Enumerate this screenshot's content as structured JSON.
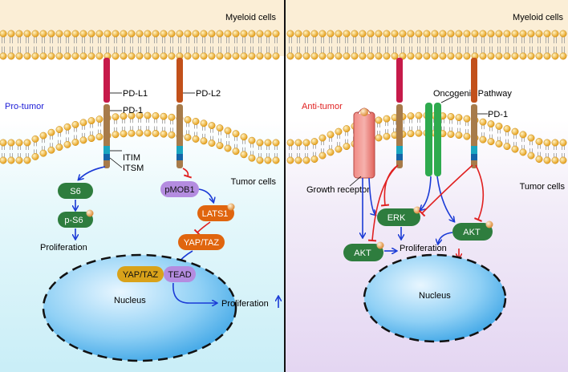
{
  "left": {
    "myeloid_label": "Myeloid cells",
    "tumor_label": "Tumor cells",
    "mode_label": "Pro-tumor",
    "pdl1_label": "PD-L1",
    "pdl2_label": "PD-L2",
    "pd1_label": "PD-1",
    "itim_label": "ITIM",
    "itsm_label": "ITSM",
    "s6": "S6",
    "ps6": "p-S6",
    "proliferation_left": "Proliferation",
    "pmob1": "pMOB1",
    "lats1": "LATS1",
    "yaptaz": "YAP/TAZ",
    "yaptaz2": "YAP/TAZ",
    "tead": "TEAD",
    "nucleus": "Nucleus",
    "proliferation_out": "Proliferation"
  },
  "right": {
    "myeloid_label": "Myeloid cells",
    "tumor_label": "Tumor cells",
    "mode_label": "Anti-tumor",
    "oncogenic": "Oncogenic Pathway",
    "pd1_label": "PD-1",
    "growth_receptor": "Growth receptor",
    "erk": "ERK",
    "akt_left": "AKT",
    "akt_right": "AKT",
    "proliferation": "Proliferation",
    "nucleus": "Nucleus"
  },
  "colors": {
    "membrane_head": "#f2b428",
    "myeloid_bg": "#fbeed6",
    "tumor_left_bg": "#dff6fb",
    "tumor_right_bg": "#efe6f6",
    "node_green": "#2e7d3e",
    "node_orange": "#e0650e",
    "node_purple": "#b48ce0",
    "node_gold": "#d9a21a",
    "pro_tumor": "#1a1ad6",
    "anti_tumor": "#e02020"
  }
}
